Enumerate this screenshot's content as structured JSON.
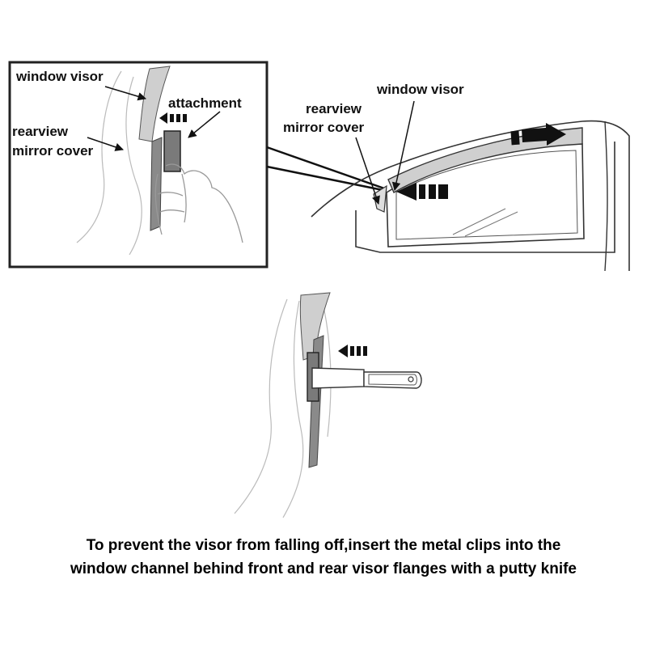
{
  "inset": {
    "labels": {
      "window_visor": "window visor",
      "attachment": "attachment",
      "rearview_line1": "rearview",
      "rearview_line2": "mirror cover"
    }
  },
  "truck": {
    "labels": {
      "window_visor": "window visor",
      "rearview_line1": "rearview",
      "rearview_line2": "mirror cover"
    }
  },
  "caption": {
    "line1": "To prevent the visor from falling off,insert the metal clips into the",
    "line2": "window channel behind front and rear visor flanges with a putty knife"
  },
  "colors": {
    "outline": "#222222",
    "visor_fill": "#cfcfcf",
    "channel_fill": "#8a8a8a",
    "arrow": "#111111"
  }
}
